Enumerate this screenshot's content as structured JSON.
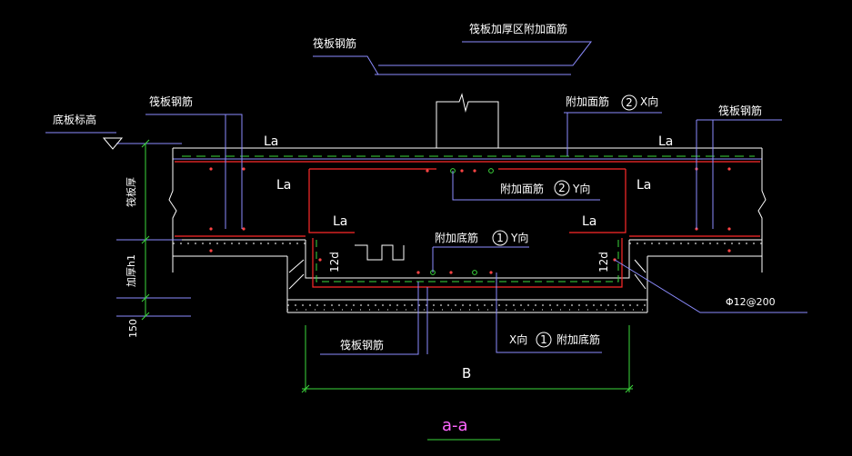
{
  "labels": {
    "raft_rebar_top": "筏板钢筋",
    "thickened_zone_top_rebar": "筏板加厚区附加面筋",
    "slab_bottom_elev": "底板标高",
    "raft_rebar_left": "筏板钢筋",
    "top_rebar_2x": "附加面筋",
    "top_rebar_2x_dir": "X向",
    "raft_rebar_right": "筏板钢筋",
    "top_rebar_2y": "附加面筋",
    "top_rebar_2y_dir": "Y向",
    "bottom_rebar_1y": "附加底筋",
    "bottom_rebar_1y_dir": "Y向",
    "raft_thickness": "筏板厚",
    "added_thickness": "加厚h1",
    "dim_150": "150",
    "rebar_spec": "Φ12@200",
    "raft_rebar_bottom": "筏板钢筋",
    "bottom_rebar_1x_dir": "X向",
    "bottom_rebar_1x": "附加底筋",
    "anchor_la": "La",
    "hook_12d": "12d",
    "width_B": "B",
    "section_title": "a-a",
    "circle_1": "1",
    "circle_2": "2"
  },
  "colors": {
    "background": "#000000",
    "leader_line": "#8c8cff",
    "concrete_line": "#ffffff",
    "main_rebar": "#ff2a2a",
    "stirrup_rebar": "#ff2a2a",
    "additional_rebar": "#3cd73c",
    "dimension": "#3cd73c",
    "text": "#ffffff",
    "title": "#ff66ff",
    "rebar_dot": "#ff4444"
  }
}
